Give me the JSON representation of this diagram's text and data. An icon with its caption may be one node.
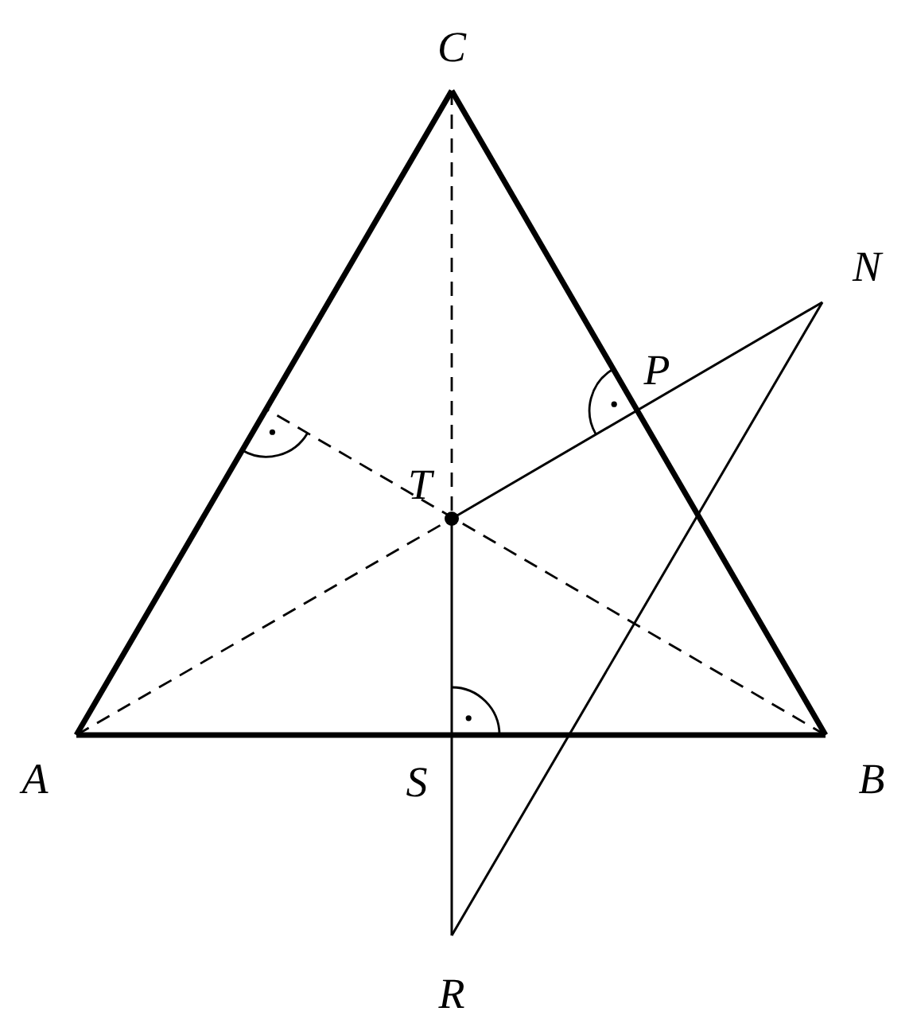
{
  "diagram": {
    "labels": [
      "C",
      "N",
      "P",
      "T",
      "A",
      "S",
      "B",
      "R"
    ]
  }
}
